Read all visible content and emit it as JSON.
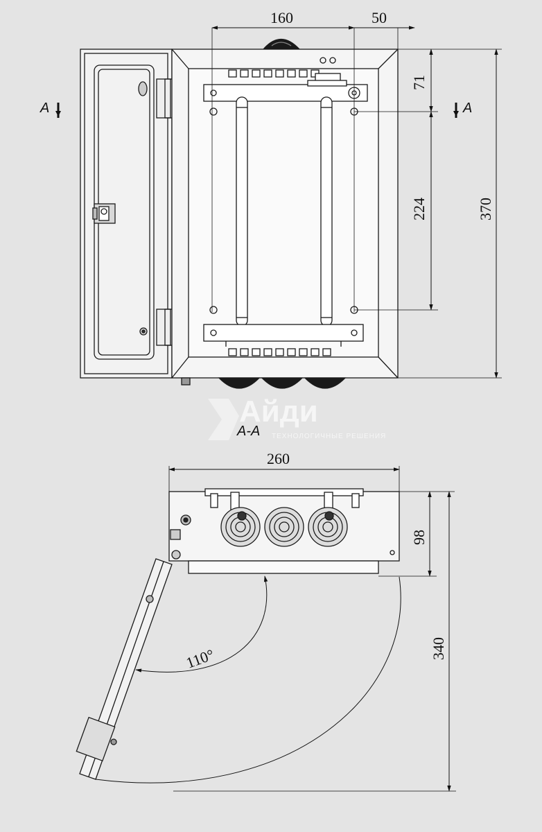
{
  "top_view": {
    "dims": {
      "width_inner": "160",
      "offset_right": "50",
      "top": "71",
      "rail_spacing": "224",
      "height_total": "370"
    },
    "section_marker": "A"
  },
  "section_view": {
    "title": "A-A",
    "dims": {
      "width": "260",
      "depth": "98",
      "door_reach": "340",
      "door_angle": "110°"
    }
  },
  "watermark": {
    "brand": "Айди",
    "tagline": "ТЕХНОЛОГИЧНЫЕ РЕШЕНИЯ"
  },
  "colors": {
    "background": "#e4e4e4",
    "line": "#1a1a1a",
    "panel": "#f2f2f2"
  }
}
